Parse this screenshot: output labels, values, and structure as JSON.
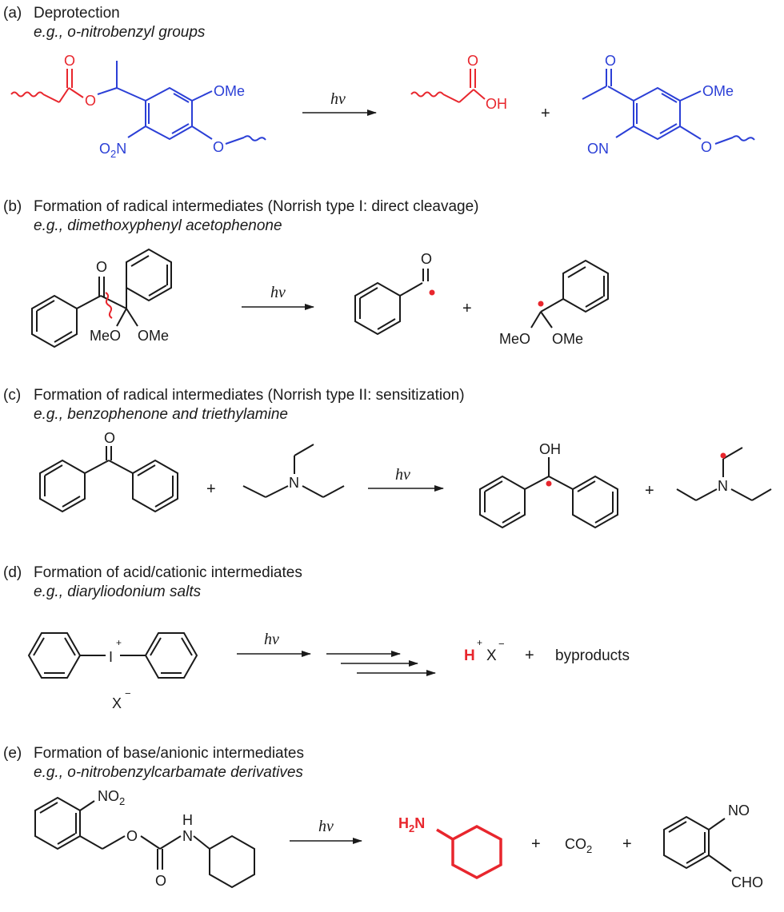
{
  "colors": {
    "black": "#1a1a1a",
    "red": "#e8262d",
    "blue": "#2b3fd6"
  },
  "sections": {
    "a": {
      "label": "(a)",
      "title": "Deprotection",
      "example": "e.g., o-nitrobenzyl groups"
    },
    "b": {
      "label": "(b)",
      "title": "Formation of radical intermediates (Norrish type I: direct cleavage)",
      "example": "e.g., dimethoxyphenyl acetophenone"
    },
    "c": {
      "label": "(c)",
      "title": "Formation of radical intermediates (Norrish type II: sensitization)",
      "example": "e.g., benzophenone and triethylamine"
    },
    "d": {
      "label": "(d)",
      "title": "Formation of acid/cationic intermediates",
      "example": "e.g., diaryliodonium salts"
    },
    "e": {
      "label": "(e)",
      "title": "Formation of base/anionic intermediates",
      "example": "e.g., o-nitrobenzylcarbamate derivatives"
    }
  },
  "arrow_label": "hν",
  "plus": "+",
  "atoms": {
    "O": "O",
    "OMe": "OMe",
    "MeO": "MeO",
    "OH": "OH",
    "N": "N",
    "H": "H",
    "I": "I",
    "X": "X",
    "ON": "ON",
    "O2N": "O",
    "O2N_sub": "2",
    "O2N_tail": "N",
    "NO2_head": "NO",
    "NO2_sub": "2",
    "H2N_head": "H",
    "H2N_sub": "2",
    "H2N_tail": "N",
    "CO2_head": "CO",
    "CO2_sub": "2",
    "NO": "NO",
    "CHO": "CHO",
    "plus_charge": "+",
    "minus_charge": "−"
  },
  "products_d": {
    "H": "H",
    "X": "X",
    "byproducts": "byproducts"
  }
}
